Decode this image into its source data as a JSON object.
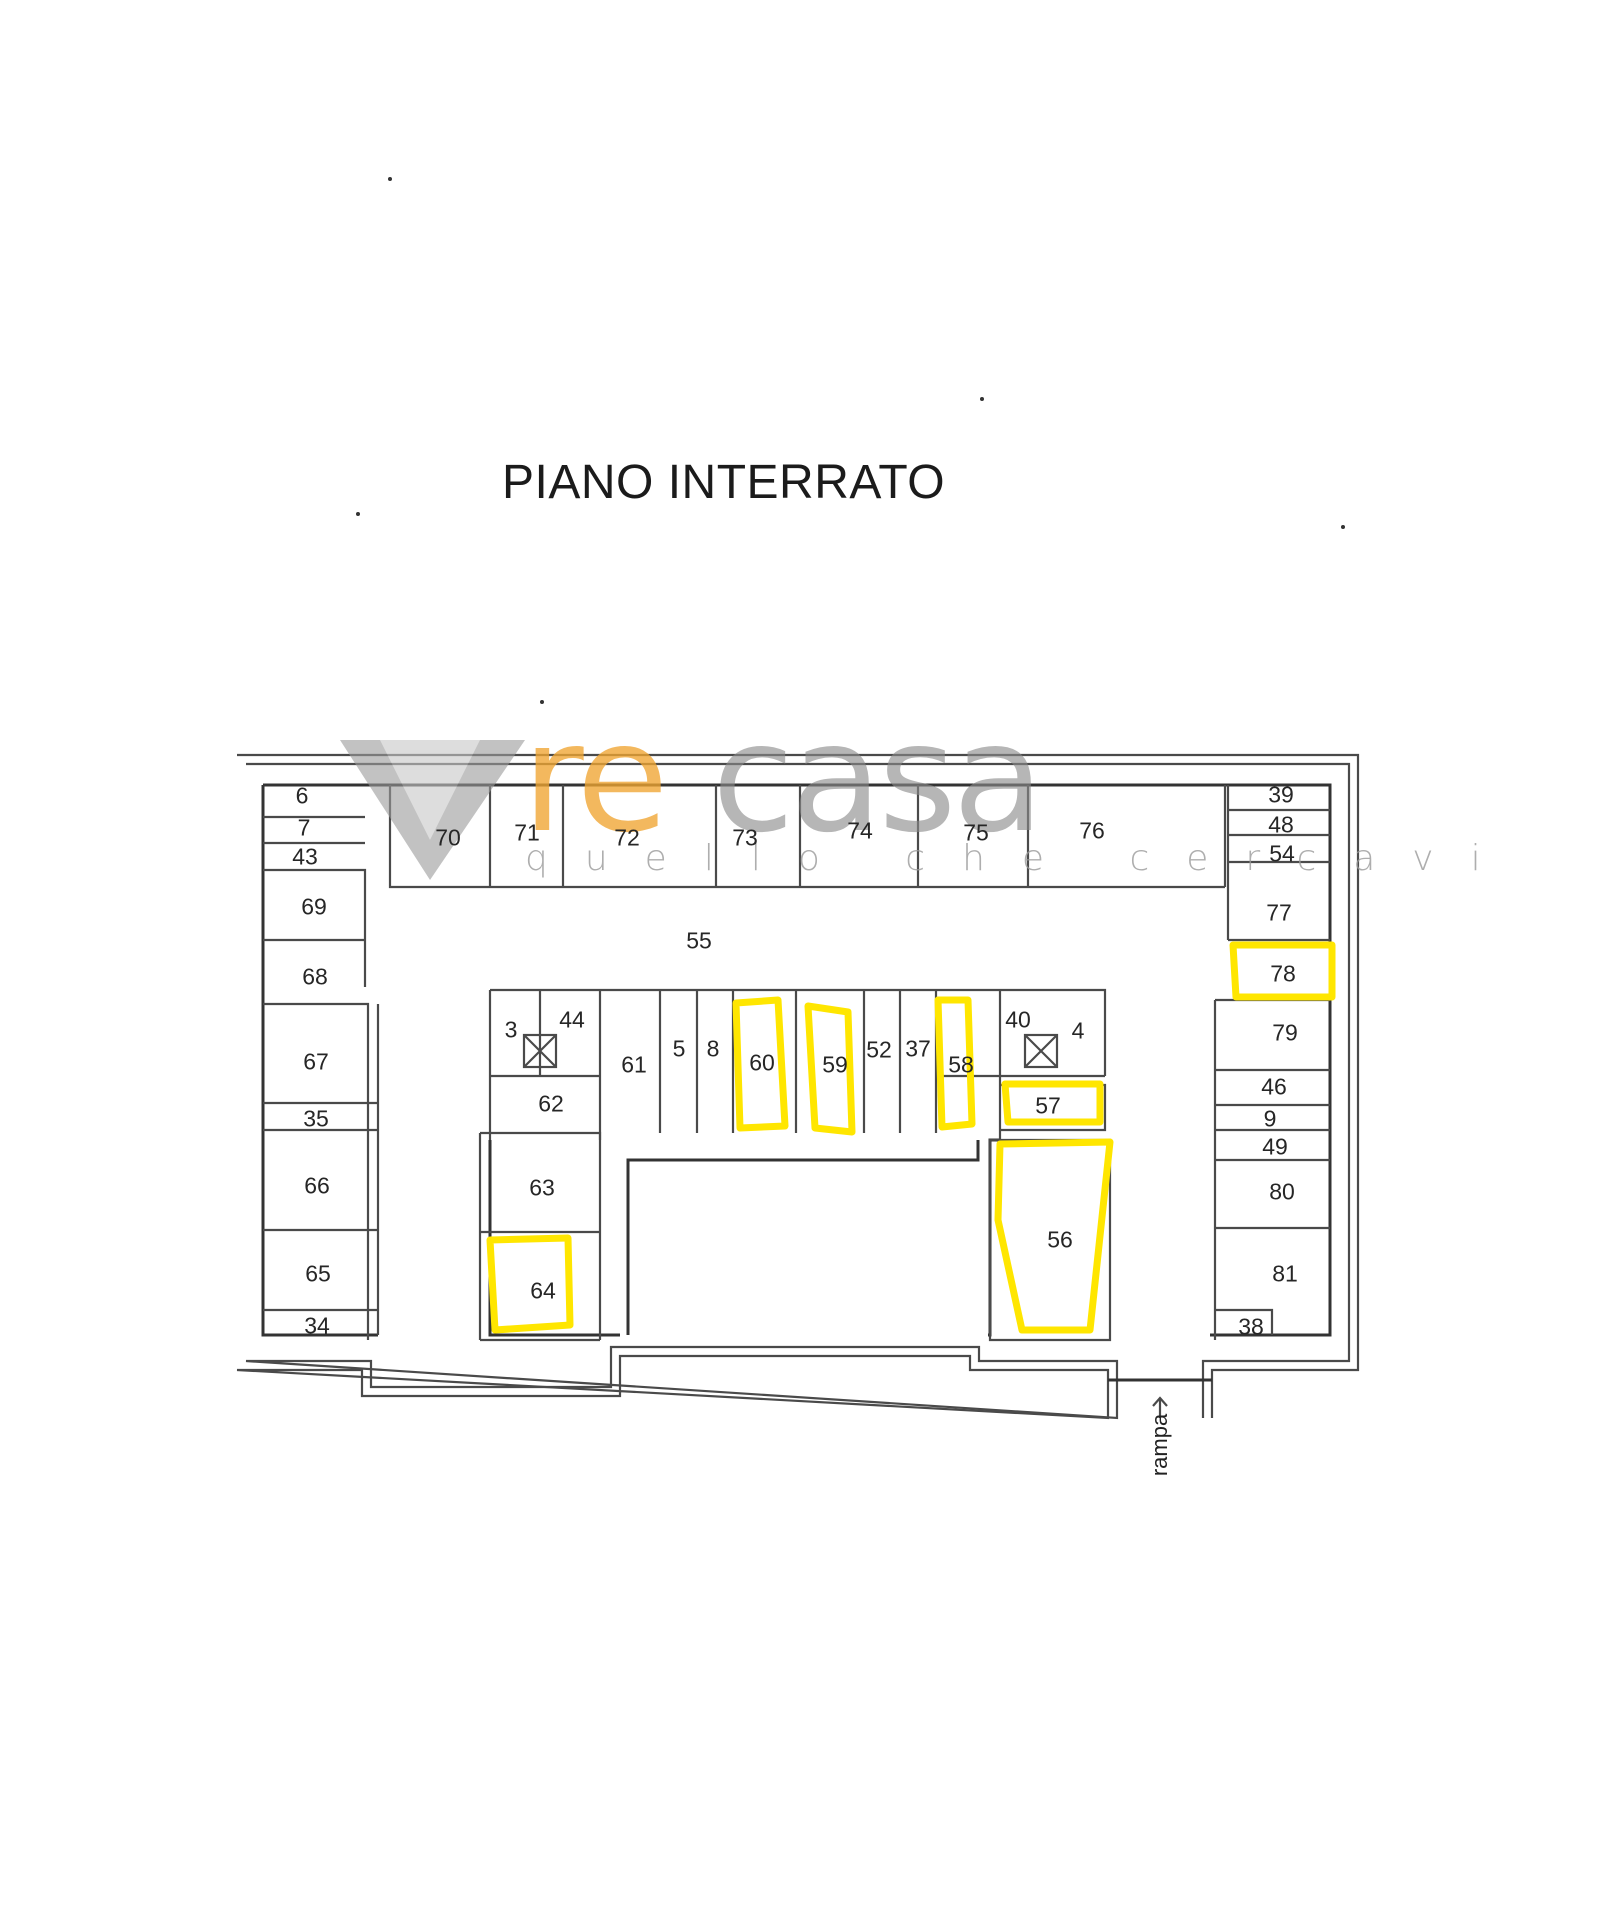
{
  "title": "PIANO INTERRATO",
  "watermark": {
    "brand_part1": "re",
    "brand_part2": "casa",
    "tagline": "quello che cercavi",
    "logo_icon": "diamond-logo-icon",
    "colors": {
      "re": "#f0a531",
      "casa": "#8a8a8a",
      "logo": "#b0b0b0"
    }
  },
  "highlight_color": "#ffe600",
  "rampa_label": "rampa",
  "corridor_label": "55",
  "rooms": {
    "top": [
      "70",
      "71",
      "72",
      "73",
      "74",
      "75",
      "76"
    ],
    "left": [
      "6",
      "7",
      "43",
      "69",
      "68",
      "67",
      "35",
      "66",
      "65",
      "34"
    ],
    "right": [
      "39",
      "48",
      "54",
      "77",
      "78",
      "79",
      "46",
      "9",
      "49",
      "80",
      "81",
      "38"
    ],
    "inner": [
      "3",
      "44",
      "61",
      "5",
      "8",
      "60",
      "59",
      "52",
      "37",
      "58",
      "40",
      "4",
      "62",
      "57",
      "63",
      "64",
      "56"
    ]
  },
  "highlighted_rooms": [
    "78",
    "60",
    "59",
    "58",
    "57",
    "56",
    "64"
  ],
  "labels": {
    "r6": "6",
    "r7": "7",
    "r43": "43",
    "r69": "69",
    "r68": "68",
    "r67": "67",
    "r35": "35",
    "r66": "66",
    "r65": "65",
    "r34": "34",
    "r70": "70",
    "r71": "71",
    "r72": "72",
    "r73": "73",
    "r74": "74",
    "r75": "75",
    "r76": "76",
    "r39": "39",
    "r48": "48",
    "r54": "54",
    "r77": "77",
    "r78": "78",
    "r79": "79",
    "r46": "46",
    "r9": "9",
    "r49": "49",
    "r80": "80",
    "r81": "81",
    "r38": "38",
    "r3": "3",
    "r44": "44",
    "r61": "61",
    "r5": "5",
    "r8": "8",
    "r60": "60",
    "r59": "59",
    "r52": "52",
    "r37": "37",
    "r58": "58",
    "r40": "40",
    "r4": "4",
    "r62": "62",
    "r57": "57",
    "r63": "63",
    "r64": "64",
    "r56": "56",
    "r55": "55"
  }
}
